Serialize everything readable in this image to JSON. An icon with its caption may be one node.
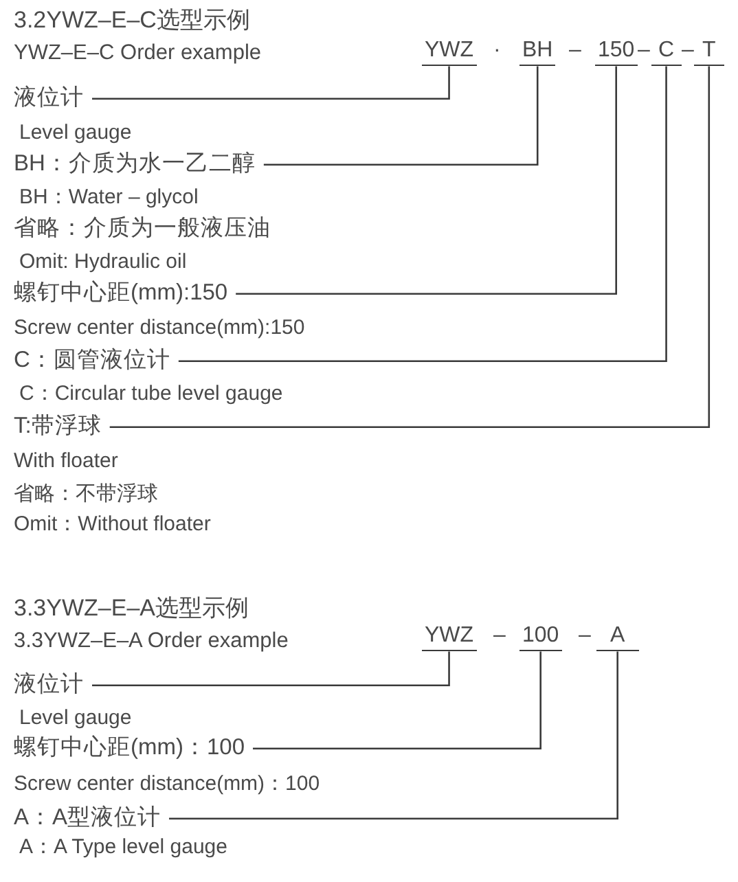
{
  "diagram": {
    "nodes": [
      {
        "text": [
          "YWZ"
        ]
      },
      {
        "text": [
          "BH"
        ]
      },
      {
        "text": [
          "150"
        ]
      },
      {
        "text": [
          "C"
        ]
      },
      {
        "text": [
          "T"
        ]
      },
      {
        "text": [
          "液位计"
        ]
      },
      {
        "text": [
          "BH：介质为水一乙二醇"
        ]
      },
      {
        "text": [
          "螺钉中心距(mm):150"
        ]
      },
      {
        "text": [
          "C：圆管液位计"
        ]
      },
      {
        "text": [
          "T:带浮球"
        ]
      },
      {
        "text": [
          "YWZ"
        ]
      },
      {
        "text": [
          "100"
        ]
      },
      {
        "text": [
          "A"
        ]
      },
      {
        "text": [
          "液位计"
        ]
      },
      {
        "text": [
          "螺钉中心距(mm)：100"
        ]
      },
      {
        "text": [
          "A：A型液位计"
        ]
      }
    ],
    "edges": [
      {
        "from": 5,
        "to": 0,
        "arrow": "none"
      },
      {
        "from": 6,
        "to": 1,
        "arrow": "none"
      },
      {
        "from": 7,
        "to": 2,
        "arrow": "none"
      },
      {
        "from": 8,
        "to": 3,
        "arrow": "none"
      },
      {
        "from": 9,
        "to": 4,
        "arrow": "none"
      },
      {
        "from": 13,
        "to": 10,
        "arrow": "none"
      },
      {
        "from": 14,
        "to": 11,
        "arrow": "none"
      },
      {
        "from": 15,
        "to": 12,
        "arrow": "none"
      }
    ],
    "labels": [
      "3.2YWZ–E–C选型示例",
      "YWZ–E–C Order example",
      "·",
      "–",
      "–",
      "–",
      "Level gauge",
      "BH：Water – glycol",
      "省略：介质为一般液压油",
      "Omit: Hydraulic oil",
      "Screw center distance(mm):150",
      "C：Circular tube level gauge",
      "With floater",
      "省略：不带浮球",
      "Omit：Without floater",
      "3.3YWZ–E–A选型示例",
      "3.3YWZ–E–A Order example",
      "–",
      "–",
      "Level gauge",
      "Screw center distance(mm)：100",
      "A：A Type level gauge"
    ]
  }
}
